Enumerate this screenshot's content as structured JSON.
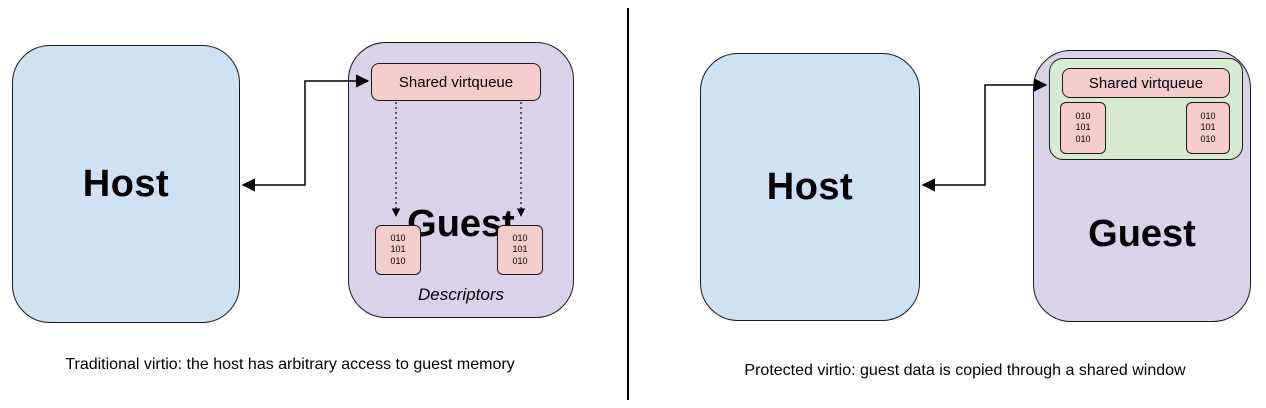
{
  "left": {
    "host_label": "Host",
    "guest_label": "Guest",
    "virtqueue_label": "Shared virtqueue",
    "blocks": [
      {
        "text": "010\n101\n010"
      },
      {
        "text": "010\n101\n010"
      }
    ],
    "descriptors_label": "Descriptors",
    "caption": "Traditional virtio: the host has arbitrary access to guest memory"
  },
  "right": {
    "host_label": "Host",
    "guest_label": "Guest",
    "virtqueue_label": "Shared virtqueue",
    "blocks": [
      {
        "text": "010\n101\n010"
      },
      {
        "text": "010\n101\n010"
      }
    ],
    "caption": "Protected virtio: guest data is copied through a shared window"
  },
  "colors": {
    "host_fill": "#cfe2f3",
    "guest_fill": "#d9d2e9",
    "virtqueue_fill": "#f4cccc",
    "data_block_fill": "#f4cccc",
    "shared_window_fill": "#d9ead3",
    "border": "#1a1a1a",
    "background": "#ffffff"
  }
}
